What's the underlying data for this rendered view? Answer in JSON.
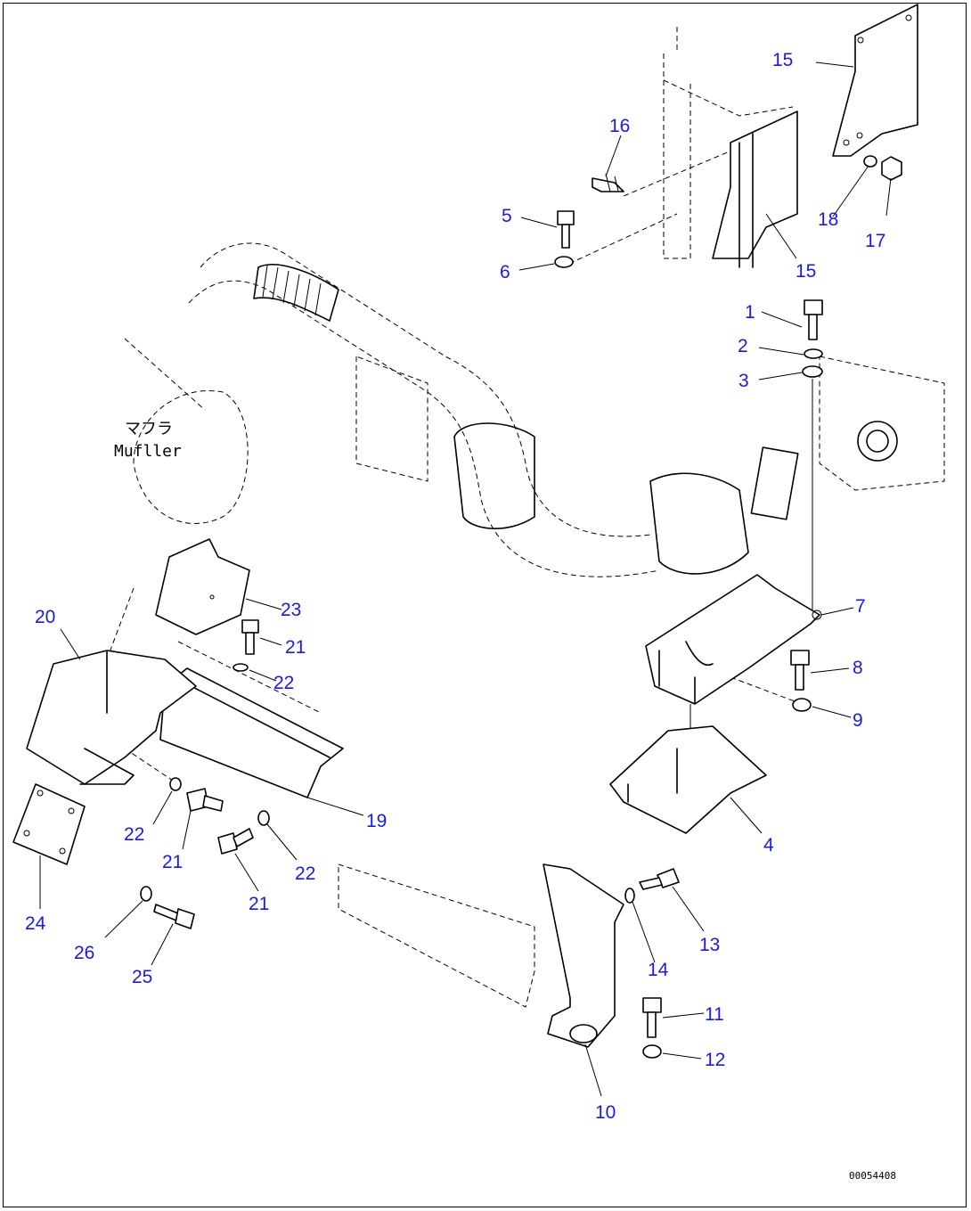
{
  "muffler_note": {
    "japanese": "マフラ",
    "english": "Mufller"
  },
  "drawing_id": "00054408",
  "callouts": [
    {
      "id": "c1",
      "text": "1"
    },
    {
      "id": "c2",
      "text": "2"
    },
    {
      "id": "c3",
      "text": "3"
    },
    {
      "id": "c4",
      "text": "4"
    },
    {
      "id": "c5",
      "text": "5"
    },
    {
      "id": "c6",
      "text": "6"
    },
    {
      "id": "c7",
      "text": "7"
    },
    {
      "id": "c8",
      "text": "8"
    },
    {
      "id": "c9",
      "text": "9"
    },
    {
      "id": "c10",
      "text": "10"
    },
    {
      "id": "c11",
      "text": "11"
    },
    {
      "id": "c12",
      "text": "12"
    },
    {
      "id": "c13",
      "text": "13"
    },
    {
      "id": "c14",
      "text": "14"
    },
    {
      "id": "c15a",
      "text": "15"
    },
    {
      "id": "c15b",
      "text": "15"
    },
    {
      "id": "c16",
      "text": "16"
    },
    {
      "id": "c17",
      "text": "17"
    },
    {
      "id": "c18",
      "text": "18"
    },
    {
      "id": "c19",
      "text": "19"
    },
    {
      "id": "c20",
      "text": "20"
    },
    {
      "id": "c21a",
      "text": "21"
    },
    {
      "id": "c21b",
      "text": "21"
    },
    {
      "id": "c21c",
      "text": "21"
    },
    {
      "id": "c22a",
      "text": "22"
    },
    {
      "id": "c22b",
      "text": "22"
    },
    {
      "id": "c22c",
      "text": "22"
    },
    {
      "id": "c23",
      "text": "23"
    },
    {
      "id": "c24",
      "text": "24"
    },
    {
      "id": "c25",
      "text": "25"
    },
    {
      "id": "c26",
      "text": "26"
    }
  ],
  "colors": {
    "callout": "#1a1ae6",
    "line": "#000000",
    "background": "#ffffff"
  }
}
